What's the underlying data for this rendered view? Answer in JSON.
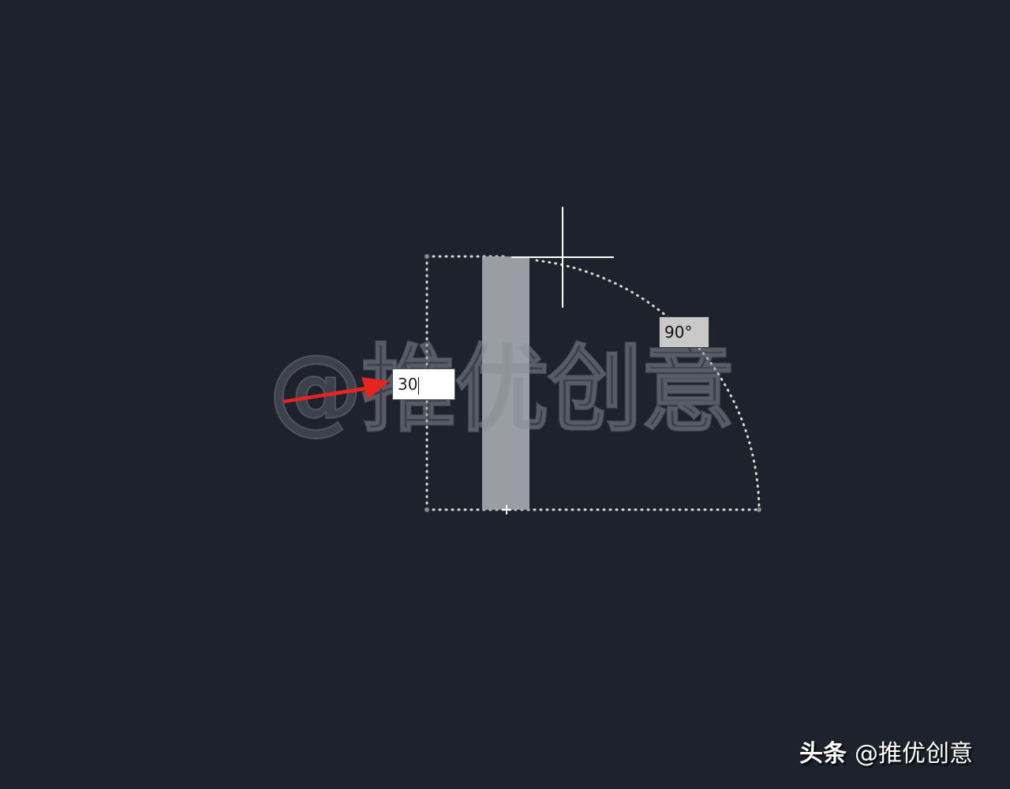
{
  "canvas": {
    "background_color": "#1d222c",
    "rectangle_preview_color": "#9a9ea4",
    "crosshair_color": "#ffffff"
  },
  "dynamic_input": {
    "value": "30",
    "angle_tooltip": "90°"
  },
  "watermark": {
    "text": "@推优创意"
  },
  "credit": {
    "brand": "头条",
    "handle": "@推优创意"
  },
  "annotation": {
    "arrow_color": "#e8241f"
  }
}
